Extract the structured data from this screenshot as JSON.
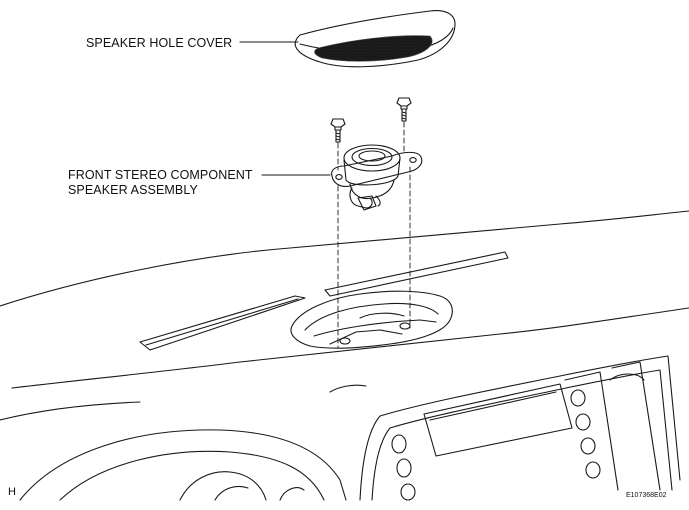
{
  "labels": {
    "speaker_hole_cover": "SPEAKER HOLE COVER",
    "speaker_assembly_line1": "FRONT STEREO COMPONENT",
    "speaker_assembly_line2": "SPEAKER ASSEMBLY"
  },
  "view_letter": "H",
  "figure_code": "E107368E02",
  "colors": {
    "line": "#1a1a1a",
    "background": "#ffffff"
  }
}
